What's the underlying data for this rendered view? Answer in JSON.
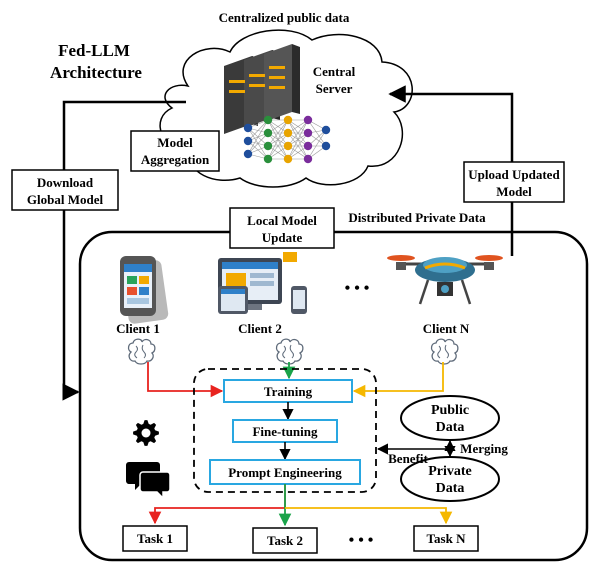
{
  "header": {
    "top_label": "Centralized public data",
    "arch_title_line1": "Fed-LLM",
    "arch_title_line2": "Architecture"
  },
  "server": {
    "label_line1": "Central",
    "label_line2": "Server",
    "aggregation_line1": "Model",
    "aggregation_line2": "Aggregation"
  },
  "links": {
    "download_line1": "Download",
    "download_line2": "Global Model",
    "upload_line1": "Upload Updated",
    "upload_line2": "Model"
  },
  "local": {
    "update_line1": "Local Model",
    "update_line2": "Update",
    "distributed_label": "Distributed Private Data"
  },
  "clients": [
    {
      "label": "Client 1",
      "icon": "smartphone-icon"
    },
    {
      "label": "Client 2",
      "icon": "devices-icon"
    },
    {
      "label": "Client N",
      "icon": "drone-icon"
    }
  ],
  "ellipsis": "• • •",
  "pipeline": {
    "training": "Training",
    "finetuning": "Fine-tuning",
    "prompt": "Prompt Engineering"
  },
  "data_stores": {
    "public_line1": "Public",
    "public_line2": "Data",
    "private_line1": "Private",
    "private_line2": "Data",
    "merging": "Merging",
    "benefit": "Benefit"
  },
  "tasks": [
    "Task 1",
    "Task 2",
    "Task N"
  ],
  "colors": {
    "red": "#e8231f",
    "green": "#1aa34a",
    "yellow": "#f5b800",
    "pipeline_border": "#29a7e1"
  }
}
